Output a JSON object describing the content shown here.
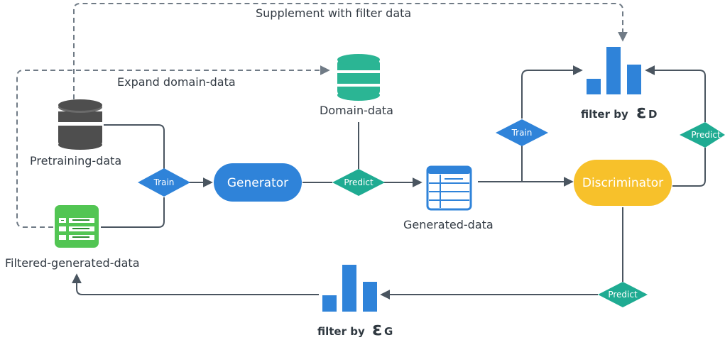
{
  "edges": {
    "supplement_label": "Supplement with filter data",
    "expand_label": "Expand domain-data"
  },
  "nodes": {
    "pretraining": "Pretraining-data",
    "domain": "Domain-data",
    "generated": "Generated-data",
    "filtered": "Filtered-generated-data",
    "generator": "Generator",
    "discriminator": "Discriminator"
  },
  "decisions": {
    "train_1": "Train",
    "predict_1": "Predict",
    "train_2": "Train",
    "predict_2": "Predict",
    "predict_3": "Predict"
  },
  "filters": {
    "d": {
      "prefix": "filter by",
      "symbol": "ε",
      "subscript": "D"
    },
    "g": {
      "prefix": "filter by",
      "symbol": "ε",
      "subscript": "G"
    }
  },
  "colors": {
    "line": "#4a5560",
    "blue": "#2f83d9",
    "teal": "#1fab92",
    "yellow": "#f7c12b",
    "dark_db": "#4e4e4e",
    "teal_db": "#2bb594",
    "green_table": "#52c553"
  }
}
